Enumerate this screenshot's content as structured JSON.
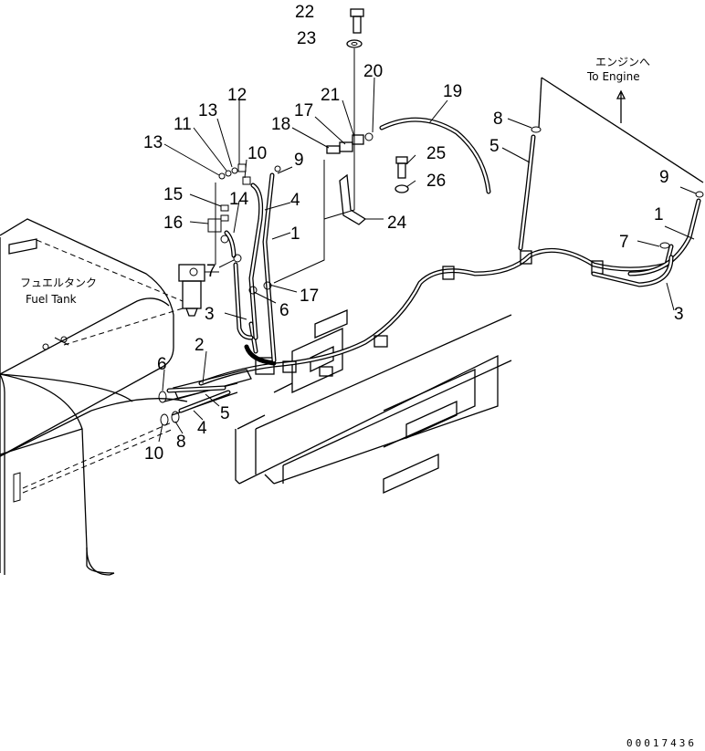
{
  "labels": {
    "fuel_tank_jp": "フュエルタンク",
    "fuel_tank_en": "Fuel Tank",
    "engine_jp": "エンジンへ",
    "engine_en": "To Engine",
    "drawing_code": "00017436"
  },
  "callouts": [
    {
      "id": "c22",
      "text": "22"
    },
    {
      "id": "c23",
      "text": "23"
    },
    {
      "id": "c20",
      "text": "20"
    },
    {
      "id": "c21",
      "text": "21"
    },
    {
      "id": "c19",
      "text": "19"
    },
    {
      "id": "c17a",
      "text": "17"
    },
    {
      "id": "c18",
      "text": "18"
    },
    {
      "id": "c12",
      "text": "12"
    },
    {
      "id": "c13a",
      "text": "13"
    },
    {
      "id": "c11",
      "text": "11"
    },
    {
      "id": "c13b",
      "text": "13"
    },
    {
      "id": "c10a",
      "text": "10"
    },
    {
      "id": "c9a",
      "text": "9"
    },
    {
      "id": "c25",
      "text": "25"
    },
    {
      "id": "c26",
      "text": "26"
    },
    {
      "id": "c24",
      "text": "24"
    },
    {
      "id": "c8a",
      "text": "8"
    },
    {
      "id": "c5a",
      "text": "5"
    },
    {
      "id": "c9b",
      "text": "9"
    },
    {
      "id": "c1a",
      "text": "1"
    },
    {
      "id": "c7a",
      "text": "7"
    },
    {
      "id": "c3a",
      "text": "3"
    },
    {
      "id": "c15",
      "text": "15"
    },
    {
      "id": "c14",
      "text": "14"
    },
    {
      "id": "c16",
      "text": "16"
    },
    {
      "id": "c4a",
      "text": "4"
    },
    {
      "id": "c1b",
      "text": "1"
    },
    {
      "id": "c7b",
      "text": "7"
    },
    {
      "id": "c17b",
      "text": "17"
    },
    {
      "id": "c3b",
      "text": "3"
    },
    {
      "id": "c6a",
      "text": "6"
    },
    {
      "id": "c2",
      "text": "2"
    },
    {
      "id": "c6b",
      "text": "6"
    },
    {
      "id": "c5b",
      "text": "5"
    },
    {
      "id": "c10b",
      "text": "10"
    },
    {
      "id": "c8b",
      "text": "8"
    },
    {
      "id": "c4b",
      "text": "4"
    }
  ]
}
